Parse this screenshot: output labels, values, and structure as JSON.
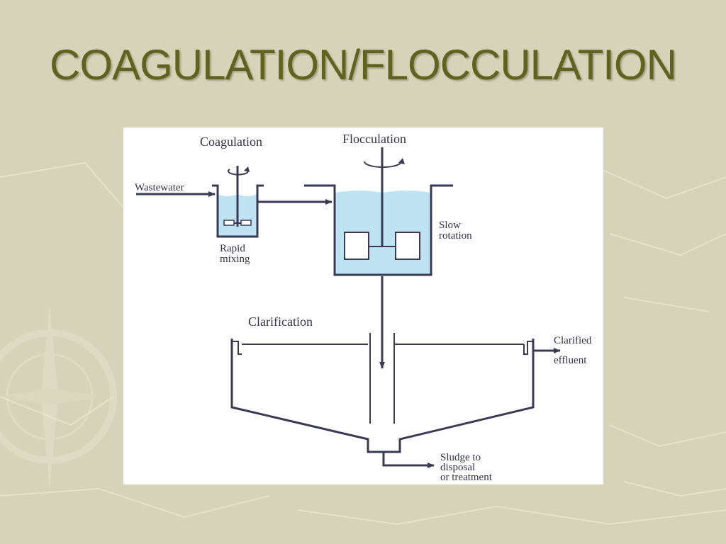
{
  "slide": {
    "title": "COAGULATION/FLOCCULATION"
  },
  "diagram": {
    "labels": {
      "coagulation": "Coagulation",
      "flocculation": "Flocculation",
      "wastewater": "Wastewater",
      "rapid": "Rapid",
      "mixing": "mixing",
      "slow": "Slow",
      "rotation": "rotation",
      "clarification": "Clarification",
      "clarified": "Clarified",
      "effluent": "effluent",
      "sludge_to": "Sludge to",
      "disposal": "disposal",
      "or_treatment": "or treatment"
    },
    "colors": {
      "water": "#bfe3f2",
      "line": "#3a3a55",
      "background": "#ffffff"
    }
  }
}
